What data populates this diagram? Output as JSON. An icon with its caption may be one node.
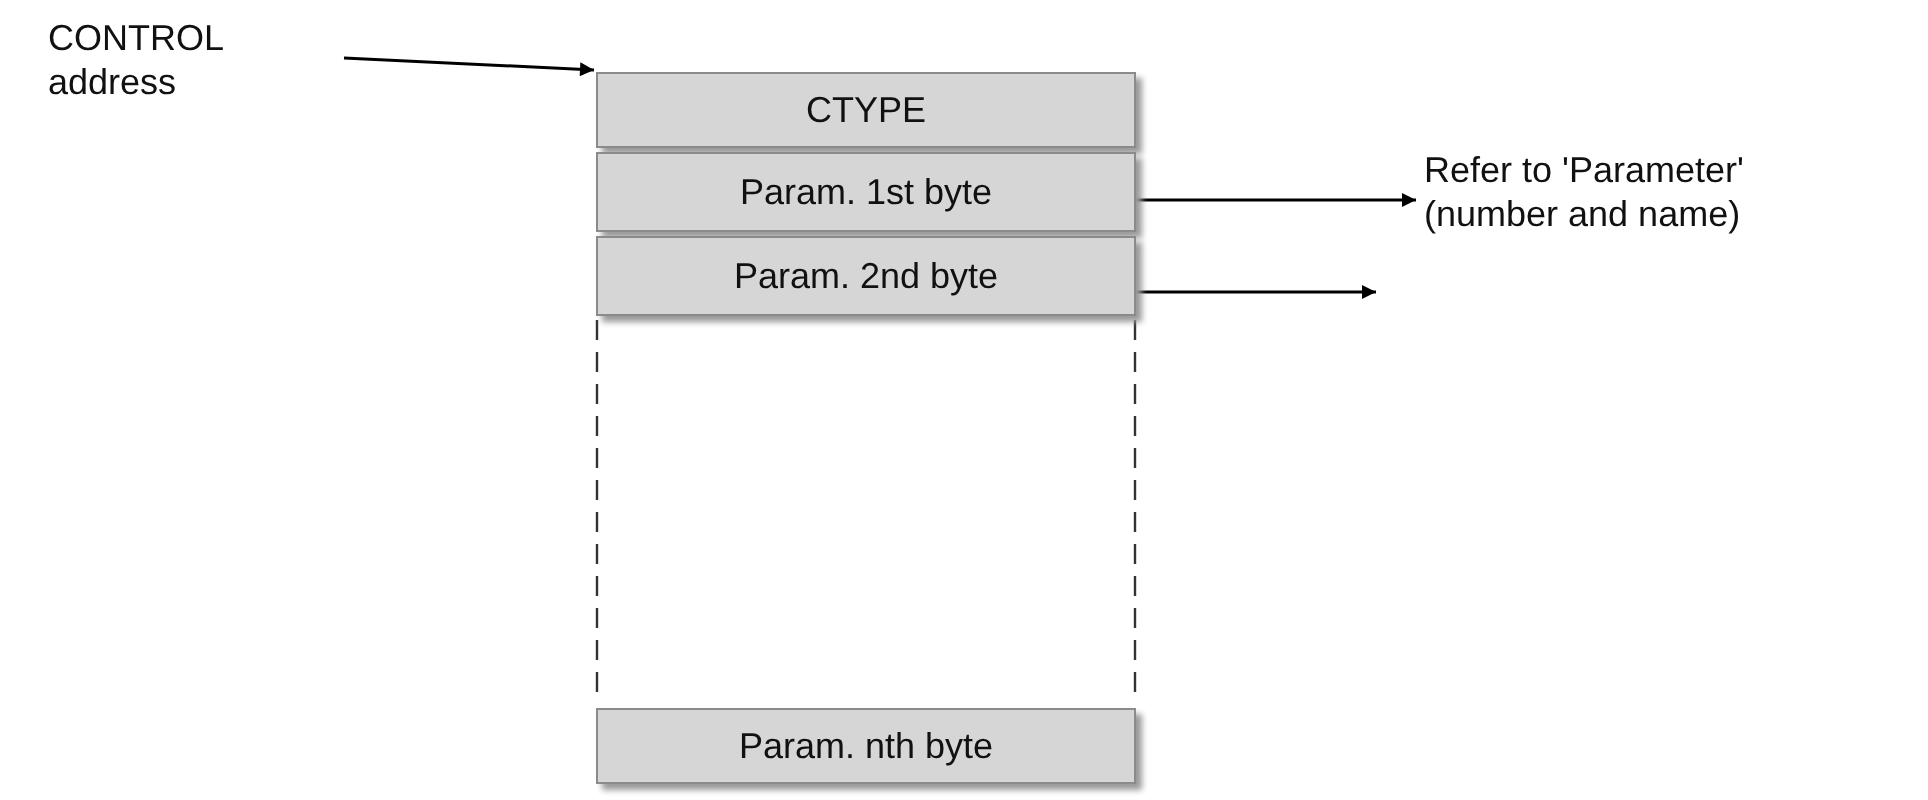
{
  "diagram": {
    "nodes": [
      {
        "text": [
          "CONTROL address"
        ]
      },
      {
        "text": [
          "CTYPE"
        ]
      },
      {
        "text": [
          "Param. 1st byte"
        ]
      },
      {
        "text": [
          "Param. 2nd byte"
        ]
      },
      {
        "text": [
          "Param. nth byte"
        ]
      },
      {
        "text": [
          "Refer to 'Parameter' (number and name)"
        ]
      }
    ],
    "edges": [
      {
        "from": 0,
        "to": 1,
        "arrow": "to"
      },
      {
        "from": 2,
        "to": 5,
        "arrow": "to"
      },
      {
        "from": 3,
        "to": null,
        "arrow": "to"
      }
    ]
  }
}
